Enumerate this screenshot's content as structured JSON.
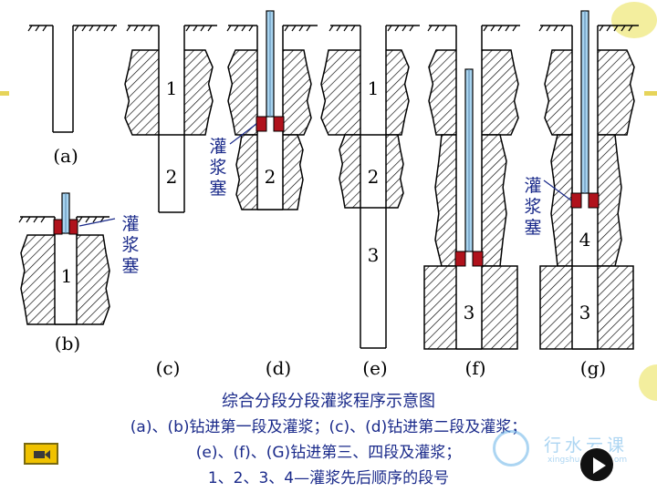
{
  "figure": {
    "title": "综合分段分段灌浆程序示意图",
    "panel_labels": [
      "(a)",
      "(b)",
      "(c)",
      "(d)",
      "(e)",
      "(f)",
      "(g)"
    ],
    "segment_labels": [
      "1",
      "2",
      "3",
      "4"
    ],
    "plug_label": "灌\n浆\n塞"
  },
  "captions": [
    "(a)、(b)钻进第一段及灌浆；(c)、(d)钻进第二段及灌浆；",
    "(e)、(f)、(G)钻进第三、四段及灌浆；",
    "1、2、3、4—灌浆先后顺序的段号"
  ],
  "watermark": {
    "brand": "行水云课",
    "url": "xingshuiyunke.com"
  },
  "colors": {
    "line": "#000000",
    "pipe_fill": "#a8d4f0",
    "plug_fill": "#b0121c",
    "label_blue": "#1a2a8a",
    "caption": "#1a2a8a"
  },
  "controls": {
    "video": "video-icon",
    "play": "play-icon"
  }
}
